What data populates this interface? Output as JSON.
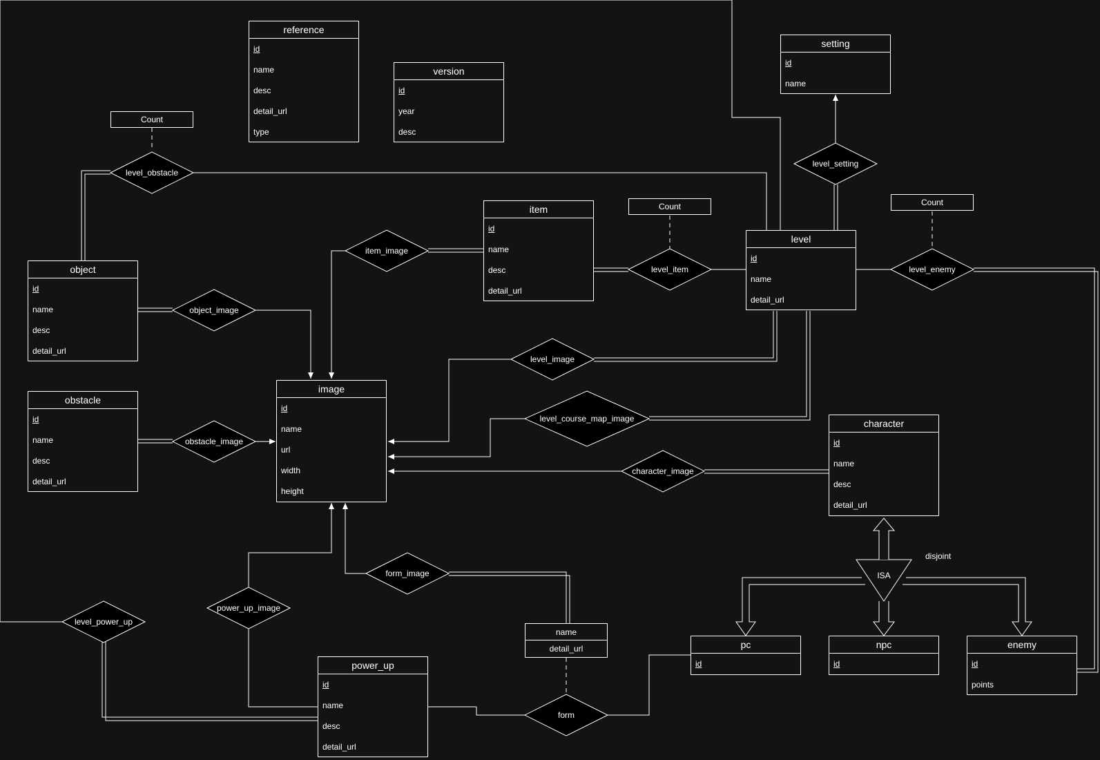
{
  "entities": {
    "reference": {
      "title": "reference",
      "attributes": [
        "id",
        "name",
        "desc",
        "detail_url",
        "type"
      ]
    },
    "version": {
      "title": "version",
      "attributes": [
        "id",
        "year",
        "desc"
      ]
    },
    "setting": {
      "title": "setting",
      "attributes": [
        "id",
        "name"
      ]
    },
    "item": {
      "title": "item",
      "attributes": [
        "id",
        "name",
        "desc",
        "detail_url"
      ]
    },
    "level": {
      "title": "level",
      "attributes": [
        "id",
        "name",
        "detail_url"
      ]
    },
    "object": {
      "title": "object",
      "attributes": [
        "id",
        "name",
        "desc",
        "detail_url"
      ]
    },
    "obstacle": {
      "title": "obstacle",
      "attributes": [
        "id",
        "name",
        "desc",
        "detail_url"
      ]
    },
    "image": {
      "title": "image",
      "attributes": [
        "id",
        "name",
        "url",
        "width",
        "height"
      ]
    },
    "character": {
      "title": "character",
      "attributes": [
        "id",
        "name",
        "desc",
        "detail_url"
      ]
    },
    "pc": {
      "title": "pc",
      "attributes": [
        "id"
      ]
    },
    "npc": {
      "title": "npc",
      "attributes": [
        "id"
      ]
    },
    "enemy": {
      "title": "enemy",
      "attributes": [
        "id",
        "points"
      ]
    },
    "power_up": {
      "title": "power_up",
      "attributes": [
        "id",
        "name",
        "desc",
        "detail_url"
      ]
    }
  },
  "relationships": {
    "level_obstacle": "level_obstacle",
    "item_image": "item_image",
    "level_item": "level_item",
    "level_setting": "level_setting",
    "level_enemy": "level_enemy",
    "object_image": "object_image",
    "level_image": "level_image",
    "obstacle_image": "obstacle_image",
    "level_course_map_image": "level_course_map_image",
    "character_image": "character_image",
    "form_image": "form_image",
    "power_up_image": "power_up_image",
    "level_power_up": "level_power_up",
    "form": "form"
  },
  "attribute_boxes": {
    "count_obstacle": "Count",
    "count_item": "Count",
    "count_enemy": "Count",
    "form_name": "name",
    "form_detail_url": "detail_url"
  },
  "isa": {
    "label": "ISA",
    "constraint": "disjoint"
  },
  "colors": {
    "background": "#131313",
    "line": "#ffffff"
  }
}
